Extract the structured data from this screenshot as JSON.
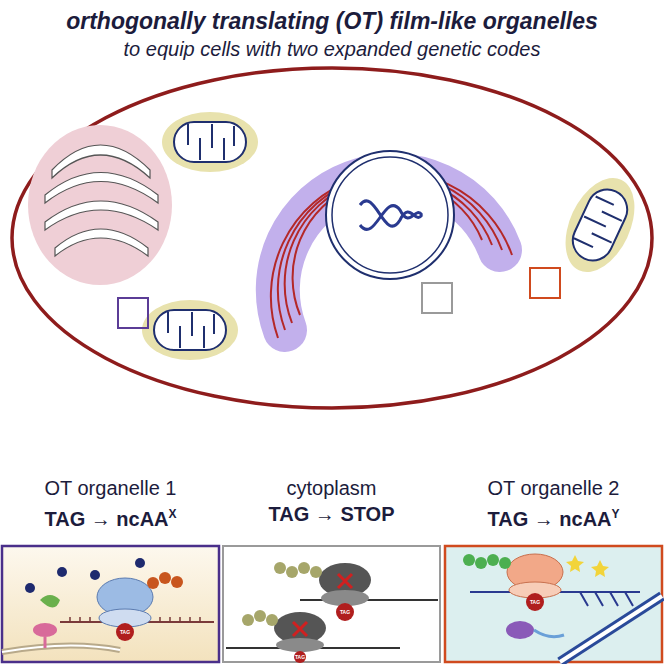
{
  "diagram": {
    "title": "orthogonally translating (OT) film-like organelles",
    "nodes": [
      {
        "text": [
          "OT organelle 1",
          "TAG → ncAA",
          "X"
        ]
      },
      {
        "text": [
          "cytoplasm",
          "TAG → STOP"
        ]
      },
      {
        "text": [
          "OT organelle 2",
          "TAG → ncAA",
          "Y"
        ]
      }
    ],
    "labels": [
      "to equip cells with two expanded genetic codes",
      "TAG",
      "TAG",
      "TAG",
      "TAG"
    ]
  }
}
